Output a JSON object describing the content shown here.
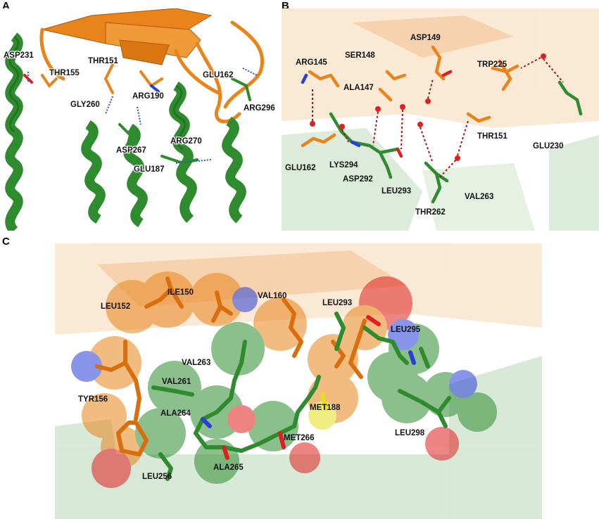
{
  "panels": {
    "a": {
      "letter": "A",
      "labels": {
        "asp231": "ASP231",
        "thr155": "THR155",
        "thr151": "THR151",
        "gly260": "GLY260",
        "arg190": "ARG190",
        "asp267": "ASP267",
        "glu187": "GLU187",
        "arg270": "ARG270",
        "glu162": "GLU162",
        "arg296": "ARG296"
      }
    },
    "b": {
      "letter": "B",
      "labels": {
        "arg145": "ARG145",
        "ser148": "SER148",
        "asp149": "ASP149",
        "trp225": "TRP225",
        "ala147": "ALA147",
        "thr151": "THR151",
        "glu230": "GLU230",
        "glu162": "GLU162",
        "lys294": "LYS294",
        "asp292": "ASP292",
        "leu293": "LEU293",
        "thr262": "THR262",
        "val263": "VAL263"
      }
    },
    "c": {
      "letter": "C",
      "labels": {
        "leu152": "LEU152",
        "ile150": "ILE150",
        "val160": "VAL160",
        "leu293": "LEU293",
        "leu295": "LEU295",
        "val263": "VAL263",
        "val261": "VAL261",
        "tyr156": "TYR156",
        "ala264": "ALA264",
        "met188": "MET188",
        "met266": "MET266",
        "leu298": "LEU298",
        "ala265": "ALA265",
        "leu256": "LEU256"
      }
    }
  },
  "colors": {
    "helix_green": "#2e8b2e",
    "sheet_orange": "#e8841a",
    "oxygen_red": "#e02020",
    "nitrogen_blue": "#2a3fd8",
    "sulfur_yellow": "#e6e01a",
    "hbond_blue": "#3050c8",
    "hbond_red": "#a01818"
  }
}
